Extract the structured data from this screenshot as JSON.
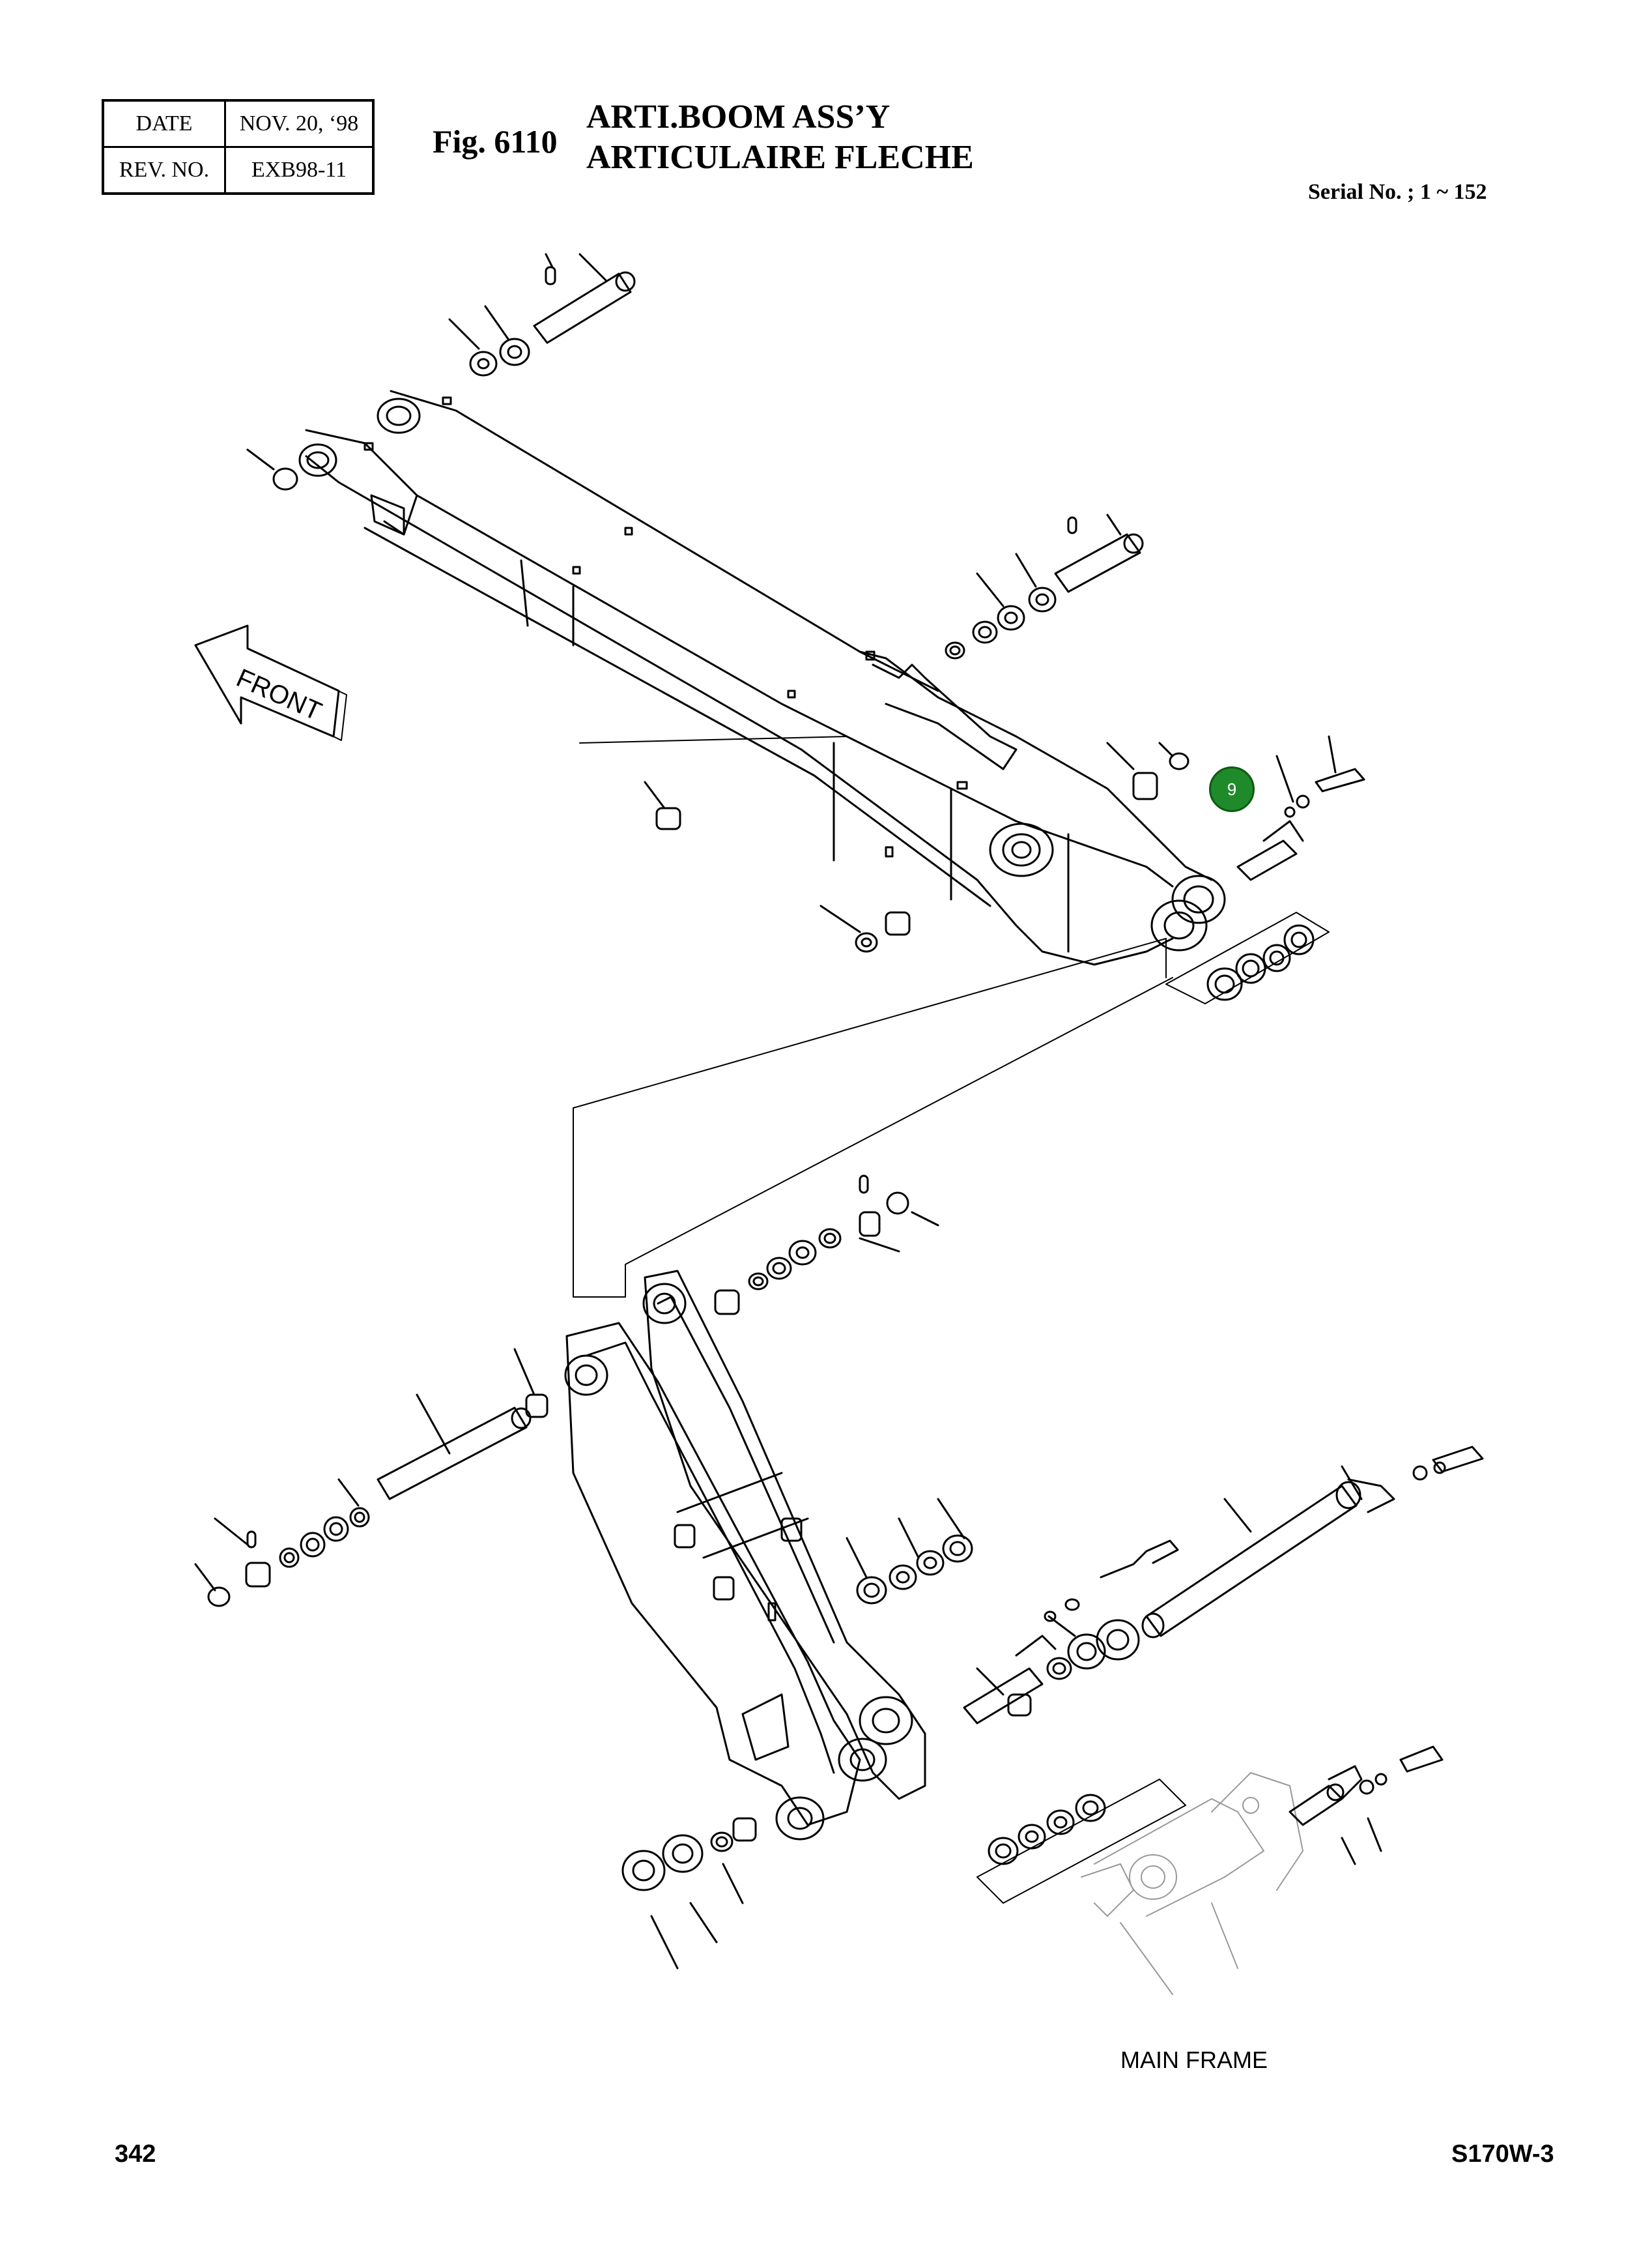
{
  "header": {
    "date_label": "DATE",
    "date_value": "NOV. 20, ‘98",
    "rev_label": "REV. NO.",
    "rev_value": "EXB98-11"
  },
  "figure": {
    "number": "Fig. 6110",
    "title_line1": "ARTI.BOOM ASS’Y",
    "title_line2": "ARTICULAIRE FLECHE",
    "serial": "Serial No. ; 1 ~ 152"
  },
  "diagram": {
    "front_label": "FRONT",
    "main_frame_label": "MAIN FRAME",
    "highlight_marker": "9",
    "marker_color": "#1f8a2a"
  },
  "footer": {
    "page_number": "342",
    "model": "S170W-3"
  }
}
